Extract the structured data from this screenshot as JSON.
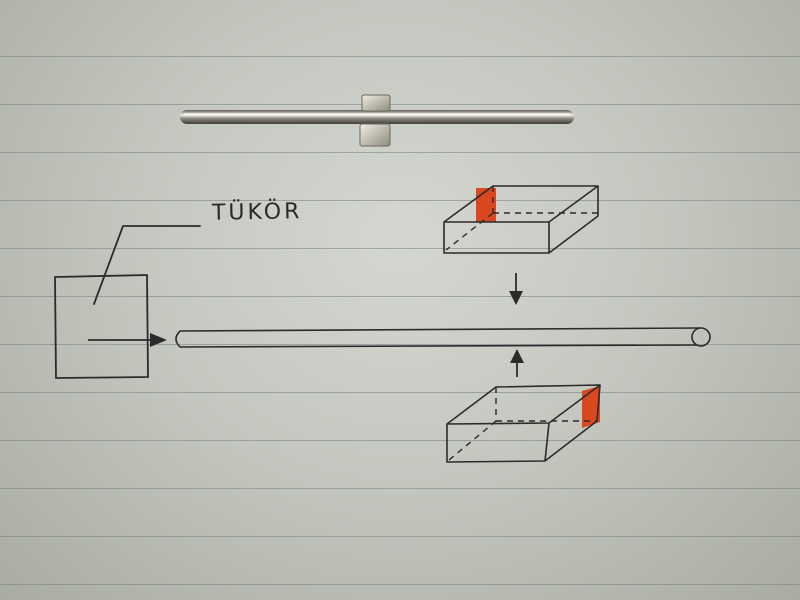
{
  "drawing": {
    "mirror_label": "TÜKÖR"
  },
  "colors": {
    "ink": "#2b2b2b",
    "magnet_red": "#d9481e",
    "metal_light": "#e8e6df",
    "metal_dark": "#6e6c66"
  },
  "icons": {
    "rod": "metal-rod-with-magnet",
    "mirror": "mirror-square",
    "tube": "tube-cylinder",
    "arrow_right": "arrow-right-icon",
    "arrow_down": "arrow-down-icon",
    "arrow_up": "arrow-up-icon"
  }
}
